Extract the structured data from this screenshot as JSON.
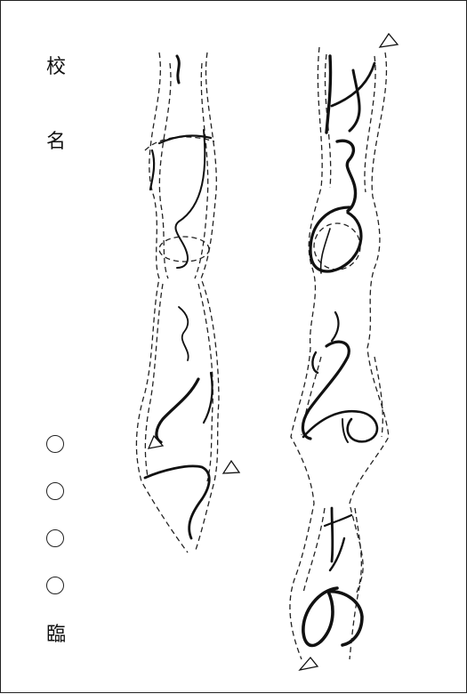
{
  "sheet": {
    "label_school": "校",
    "label_name": "名",
    "label_rin": "臨"
  },
  "practice_columns": [
    {
      "side": "left",
      "script": "hiragana-calligraphy"
    },
    {
      "side": "right",
      "script": "hiragana-calligraphy"
    }
  ],
  "marks": {
    "circle_count": 4,
    "triangle_count": 4
  }
}
